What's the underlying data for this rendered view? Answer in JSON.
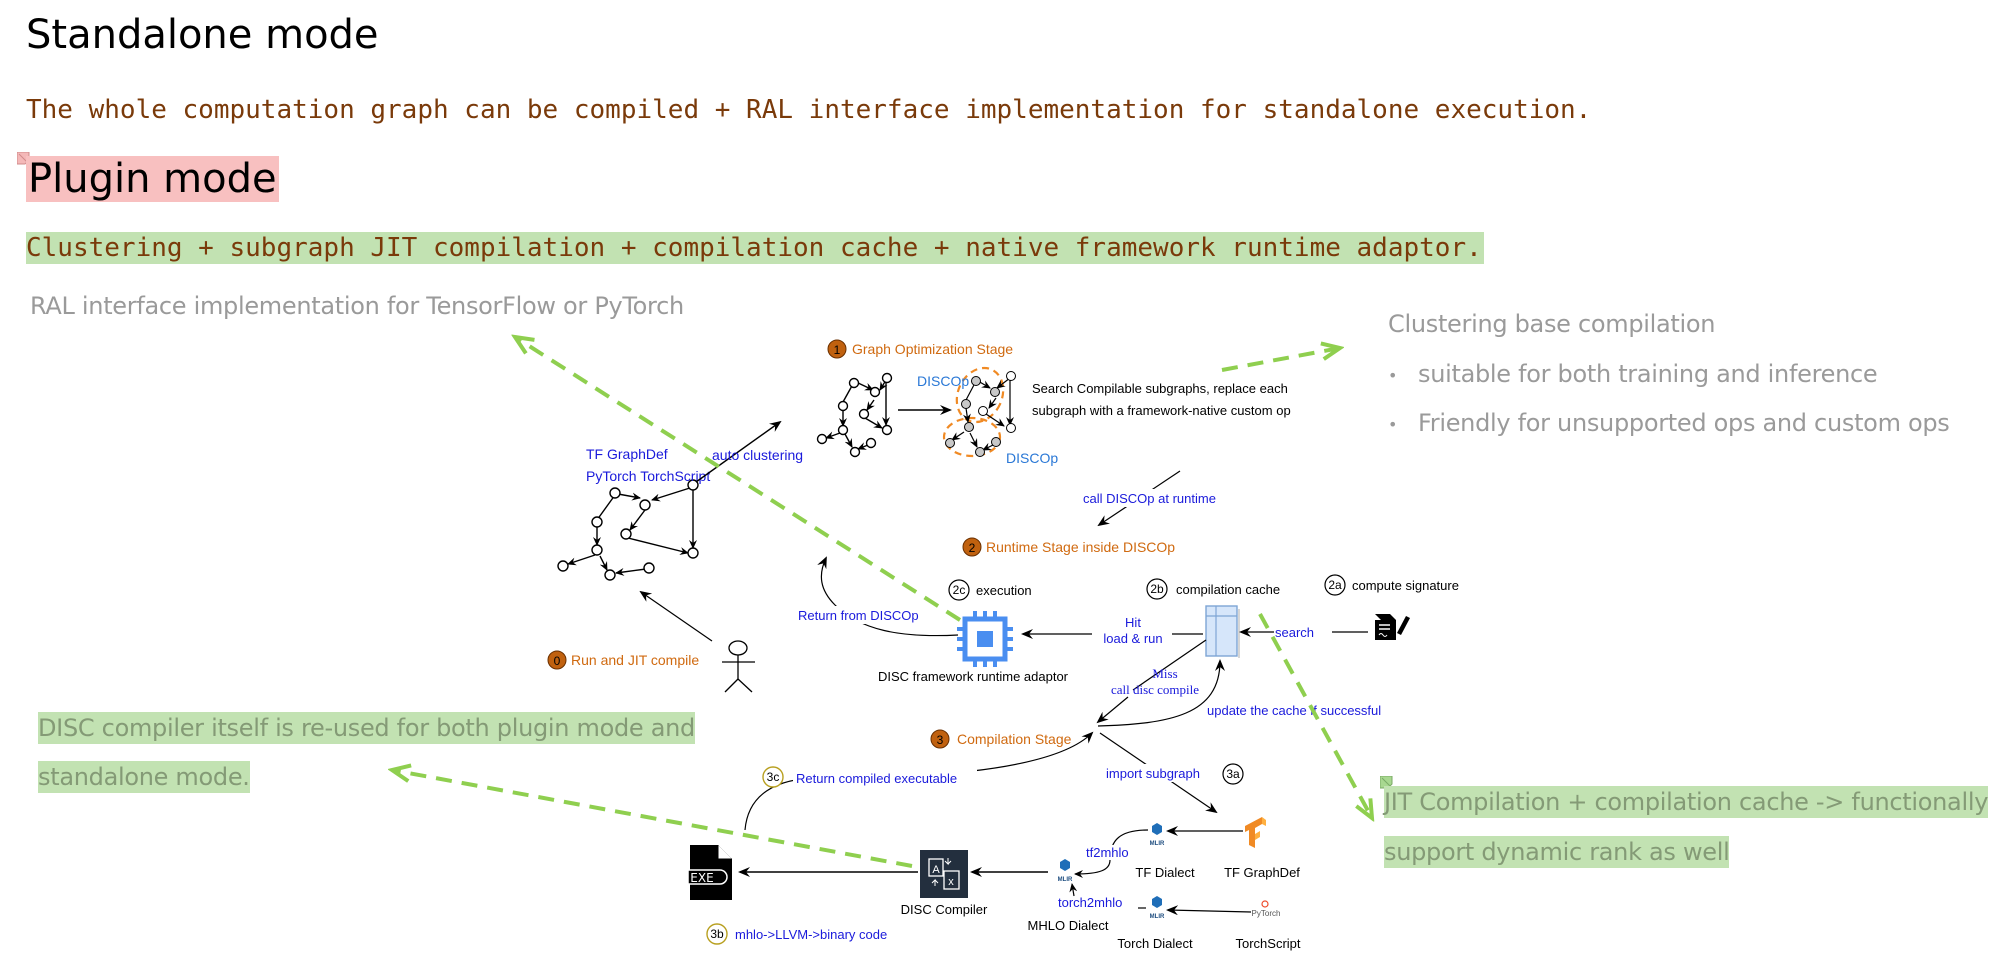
{
  "headings": {
    "standalone_title": "Standalone mode",
    "standalone_desc": "The whole computation graph can be compiled + RAL interface implementation for standalone execution.",
    "plugin_title": "Plugin mode",
    "plugin_desc": "Clustering + subgraph JIT compilation + compilation cache + native framework runtime adaptor."
  },
  "annotations": {
    "ral_note": "RAL interface implementation for TensorFlow or PyTorch",
    "clustering_title": "Clustering base compilation",
    "clustering_bullets": [
      "suitable for both training and inference",
      "Friendly for unsupported ops and custom ops"
    ],
    "disc_reuse_line1": "DISC compiler itself is re-used for both plugin mode and",
    "disc_reuse_line2": "standalone mode.",
    "jit_line1": "JIT Compilation + compilation cache -> functionally",
    "jit_line2": "support dynamic rank as well"
  },
  "diagram": {
    "stages": [
      {
        "badge": "0",
        "label": "Run and JIT compile"
      },
      {
        "badge": "1",
        "label": "Graph Optimization Stage"
      },
      {
        "badge": "2",
        "label": "Runtime Stage inside DISCOp"
      },
      {
        "badge": "3",
        "label": "Compilation Stage"
      }
    ],
    "steps": [
      {
        "badge": "2a",
        "label": "compute signature"
      },
      {
        "badge": "2b",
        "label": "compilation cache"
      },
      {
        "badge": "2c",
        "label": "execution"
      },
      {
        "badge": "3a",
        "label": "import subgraph"
      },
      {
        "badge": "3b",
        "label": "mhlo->LLVM->binary code"
      },
      {
        "badge": "3c",
        "label": "Return compiled executable"
      }
    ],
    "input_labels": [
      "TF GraphDef",
      "PyTorch TorchScript"
    ],
    "edge_labels": {
      "auto_clustering": "auto clustering",
      "discop_top": "DISCOp",
      "discop_bottom": "DISCOp",
      "search_line1": "Search Compilable subgraphs, replace each",
      "search_line2": "subgraph with a framework-native custom op",
      "call_runtime": "call DISCOp at runtime",
      "return_from": "Return from DISCOp",
      "hit": "Hit",
      "load_run": "load & run",
      "search": "search",
      "miss": "Miss",
      "call_disc_compile": "call disc compile",
      "update_cache": "update the cache if successful",
      "tf2mhlo": "tf2mhlo",
      "torch2mhlo": "torch2mhlo"
    },
    "nodes": {
      "runtime_adaptor": "DISC framework runtime adaptor",
      "disc_compiler": "DISC Compiler",
      "exe": "EXE",
      "mhlo_dialect": "MHLO Dialect",
      "tf_dialect": "TF Dialect",
      "torch_dialect": "Torch Dialect",
      "tf_graphdef": "TF GraphDef",
      "torchscript": "TorchScript",
      "mlir": "MLIR",
      "pytorch_logo": "PyTorch"
    },
    "colors": {
      "stage_badge": "#c0610f",
      "stage_text": "#d06a10",
      "edge_text": "#1a1adb",
      "discop_text": "#2a78d6",
      "arrow_dashed": "#8fcf4f",
      "chip": "#4a8ef0"
    }
  }
}
